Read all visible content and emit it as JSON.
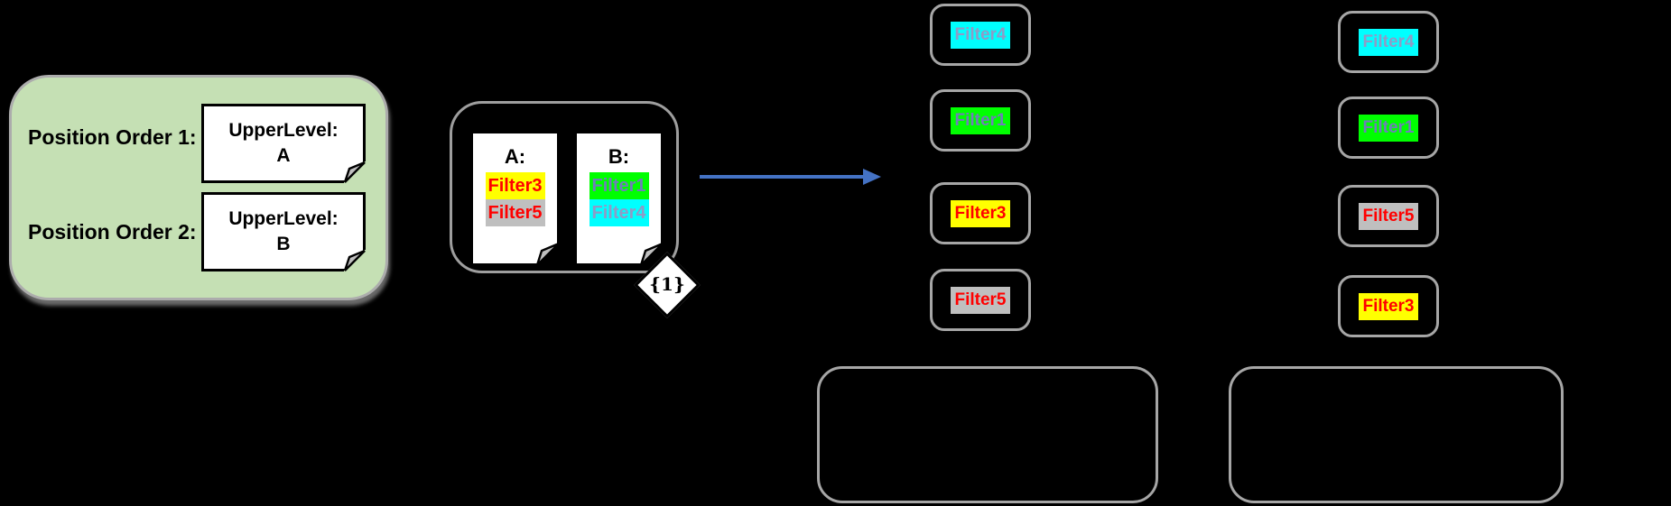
{
  "diagram": {
    "legend": {
      "rows": [
        {
          "label": "Position Order 1:",
          "note_lines": [
            "UpperLevel:",
            "A"
          ]
        },
        {
          "label": "Position Order 2:",
          "note_lines": [
            "UpperLevel:",
            "B"
          ]
        }
      ]
    },
    "source": {
      "notes": [
        {
          "title": "A:",
          "items": [
            "Filter3",
            "Filter5"
          ]
        },
        {
          "title": "B:",
          "items": [
            "Filter1",
            "Filter4"
          ]
        }
      ],
      "multiplicity": "{1}"
    },
    "results": [
      {
        "items": [
          "Filter4",
          "Filter1",
          "Filter3",
          "Filter5"
        ]
      },
      {
        "items": [
          "Filter4",
          "Filter1",
          "Filter5",
          "Filter3"
        ]
      }
    ]
  },
  "filters": {
    "Filter1": {
      "bg": "#00FF00",
      "fg": "#6E7EB8"
    },
    "Filter3": {
      "bg": "#FFFF00",
      "fg": "#FF0000"
    },
    "Filter4": {
      "bg": "#00FFFF",
      "fg": "#8D9CC7"
    },
    "Filter5": {
      "bg": "#BFBFBF",
      "fg": "#FF0000"
    }
  },
  "colors": {
    "background": "#000000",
    "arrow": "#4472C4",
    "legend_panel_fill": "#C5E0B4",
    "gray_box_border": "#A6A6A6",
    "note_fill": "#FFFFFF",
    "fold_flap": "#BFBFBF"
  }
}
